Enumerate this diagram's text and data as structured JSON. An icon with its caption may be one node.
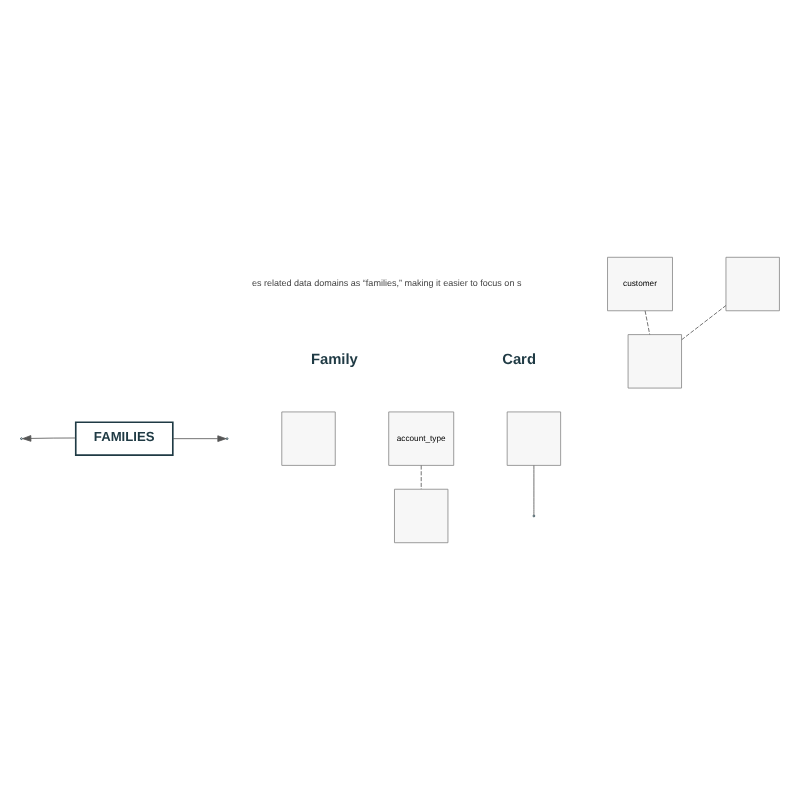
{
  "diagram": {
    "nodes": [
      {
        "text": [],
        "shape": "box"
      },
      {
        "text": [
          "account_type"
        ]
      },
      {
        "text": [],
        "shape": "box"
      },
      {
        "text": [
          "customer"
        ]
      },
      {
        "text": [],
        "shape": "box"
      },
      {
        "text": [],
        "shape": "box"
      },
      {
        "text": [
          "FAMILIES"
        ]
      },
      {
        "text": [],
        "shape": "box"
      }
    ],
    "edges": [
      {
        "from": 1,
        "to": 2,
        "arrow": "none",
        "style": "dashed"
      },
      {
        "from": 3,
        "to": 4,
        "arrow": "none",
        "style": "dashed"
      },
      {
        "from": 5,
        "to": 4,
        "arrow": "none",
        "style": "dashed"
      },
      {
        "from": 6,
        "to": null,
        "arrow": "to"
      },
      {
        "from": 6,
        "to": null,
        "arrow": "to"
      },
      {
        "from": 7,
        "to": null,
        "arrow": "none"
      }
    ],
    "labels": [
      "es related data domains as “families,” making it easier to focus on s",
      "Family",
      "Card"
    ]
  }
}
